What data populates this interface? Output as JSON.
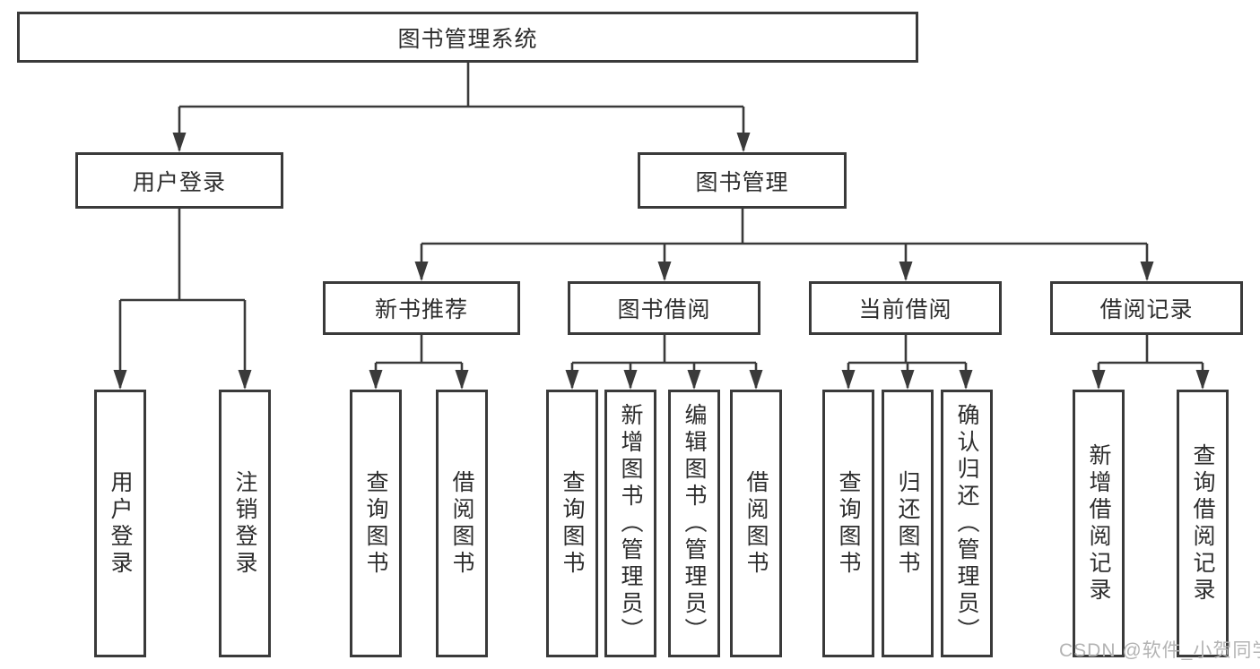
{
  "diagram": {
    "root": "图书管理系统",
    "branches": [
      {
        "label": "用户登录",
        "children": [
          "用户登录",
          "注销登录"
        ]
      },
      {
        "label": "图书管理",
        "sections": [
          {
            "label": "新书推荐",
            "children": [
              "查询图书",
              "借阅图书"
            ]
          },
          {
            "label": "图书借阅",
            "children": [
              "查询图书",
              "新增图书（管理员）",
              "编辑图书（管理员）",
              "借阅图书"
            ]
          },
          {
            "label": "当前借阅",
            "children": [
              "查询图书",
              "归还图书",
              "确认归还（管理员）"
            ]
          },
          {
            "label": "借阅记录",
            "children": [
              "新增借阅记录",
              "查询借阅记录"
            ]
          }
        ]
      }
    ]
  },
  "watermark": "CSDN @软件_小贺同学",
  "colors": {
    "background": "#ffffff",
    "box_bg": "#ffffff",
    "box_border": "#3a3a3a",
    "line": "#3a3a3a",
    "text": "#2d2d2d",
    "watermark": "#b3b3b3"
  }
}
